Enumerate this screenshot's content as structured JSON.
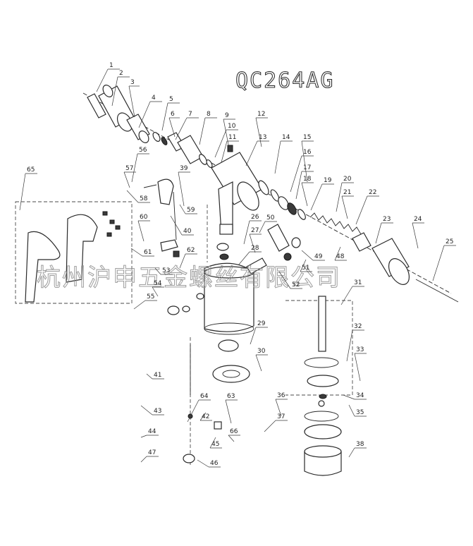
{
  "model_code": "QC264AG",
  "watermark_text": "杭州沪申五金螺丝有限公司",
  "colors": {
    "line": "#2a2a2a",
    "background": "#ffffff",
    "watermark": "#8c8c8c"
  },
  "callouts": [
    {
      "label": "1"
    },
    {
      "label": "2"
    },
    {
      "label": "3"
    },
    {
      "label": "4"
    },
    {
      "label": "5"
    },
    {
      "label": "6"
    },
    {
      "label": "7"
    },
    {
      "label": "8"
    },
    {
      "label": "9"
    },
    {
      "label": "10"
    },
    {
      "label": "11"
    },
    {
      "label": "12"
    },
    {
      "label": "13"
    },
    {
      "label": "14"
    },
    {
      "label": "15"
    },
    {
      "label": "16"
    },
    {
      "label": "17"
    },
    {
      "label": "18"
    },
    {
      "label": "19"
    },
    {
      "label": "20"
    },
    {
      "label": "21"
    },
    {
      "label": "22"
    },
    {
      "label": "23"
    },
    {
      "label": "24"
    },
    {
      "label": "25"
    },
    {
      "label": "26"
    },
    {
      "label": "27"
    },
    {
      "label": "28"
    },
    {
      "label": "29"
    },
    {
      "label": "30"
    },
    {
      "label": "31"
    },
    {
      "label": "32"
    },
    {
      "label": "33"
    },
    {
      "label": "34"
    },
    {
      "label": "35"
    },
    {
      "label": "36"
    },
    {
      "label": "37"
    },
    {
      "label": "38"
    },
    {
      "label": "39"
    },
    {
      "label": "40"
    },
    {
      "label": "41"
    },
    {
      "label": "42"
    },
    {
      "label": "43"
    },
    {
      "label": "44"
    },
    {
      "label": "45"
    },
    {
      "label": "46"
    },
    {
      "label": "47"
    },
    {
      "label": "48"
    },
    {
      "label": "49"
    },
    {
      "label": "50"
    },
    {
      "label": "51"
    },
    {
      "label": "52"
    },
    {
      "label": "53"
    },
    {
      "label": "54"
    },
    {
      "label": "55"
    },
    {
      "label": "56"
    },
    {
      "label": "57"
    },
    {
      "label": "58"
    },
    {
      "label": "59"
    },
    {
      "label": "60"
    },
    {
      "label": "61"
    },
    {
      "label": "62"
    },
    {
      "label": "63"
    },
    {
      "label": "64"
    },
    {
      "label": "65"
    },
    {
      "label": "66"
    }
  ]
}
